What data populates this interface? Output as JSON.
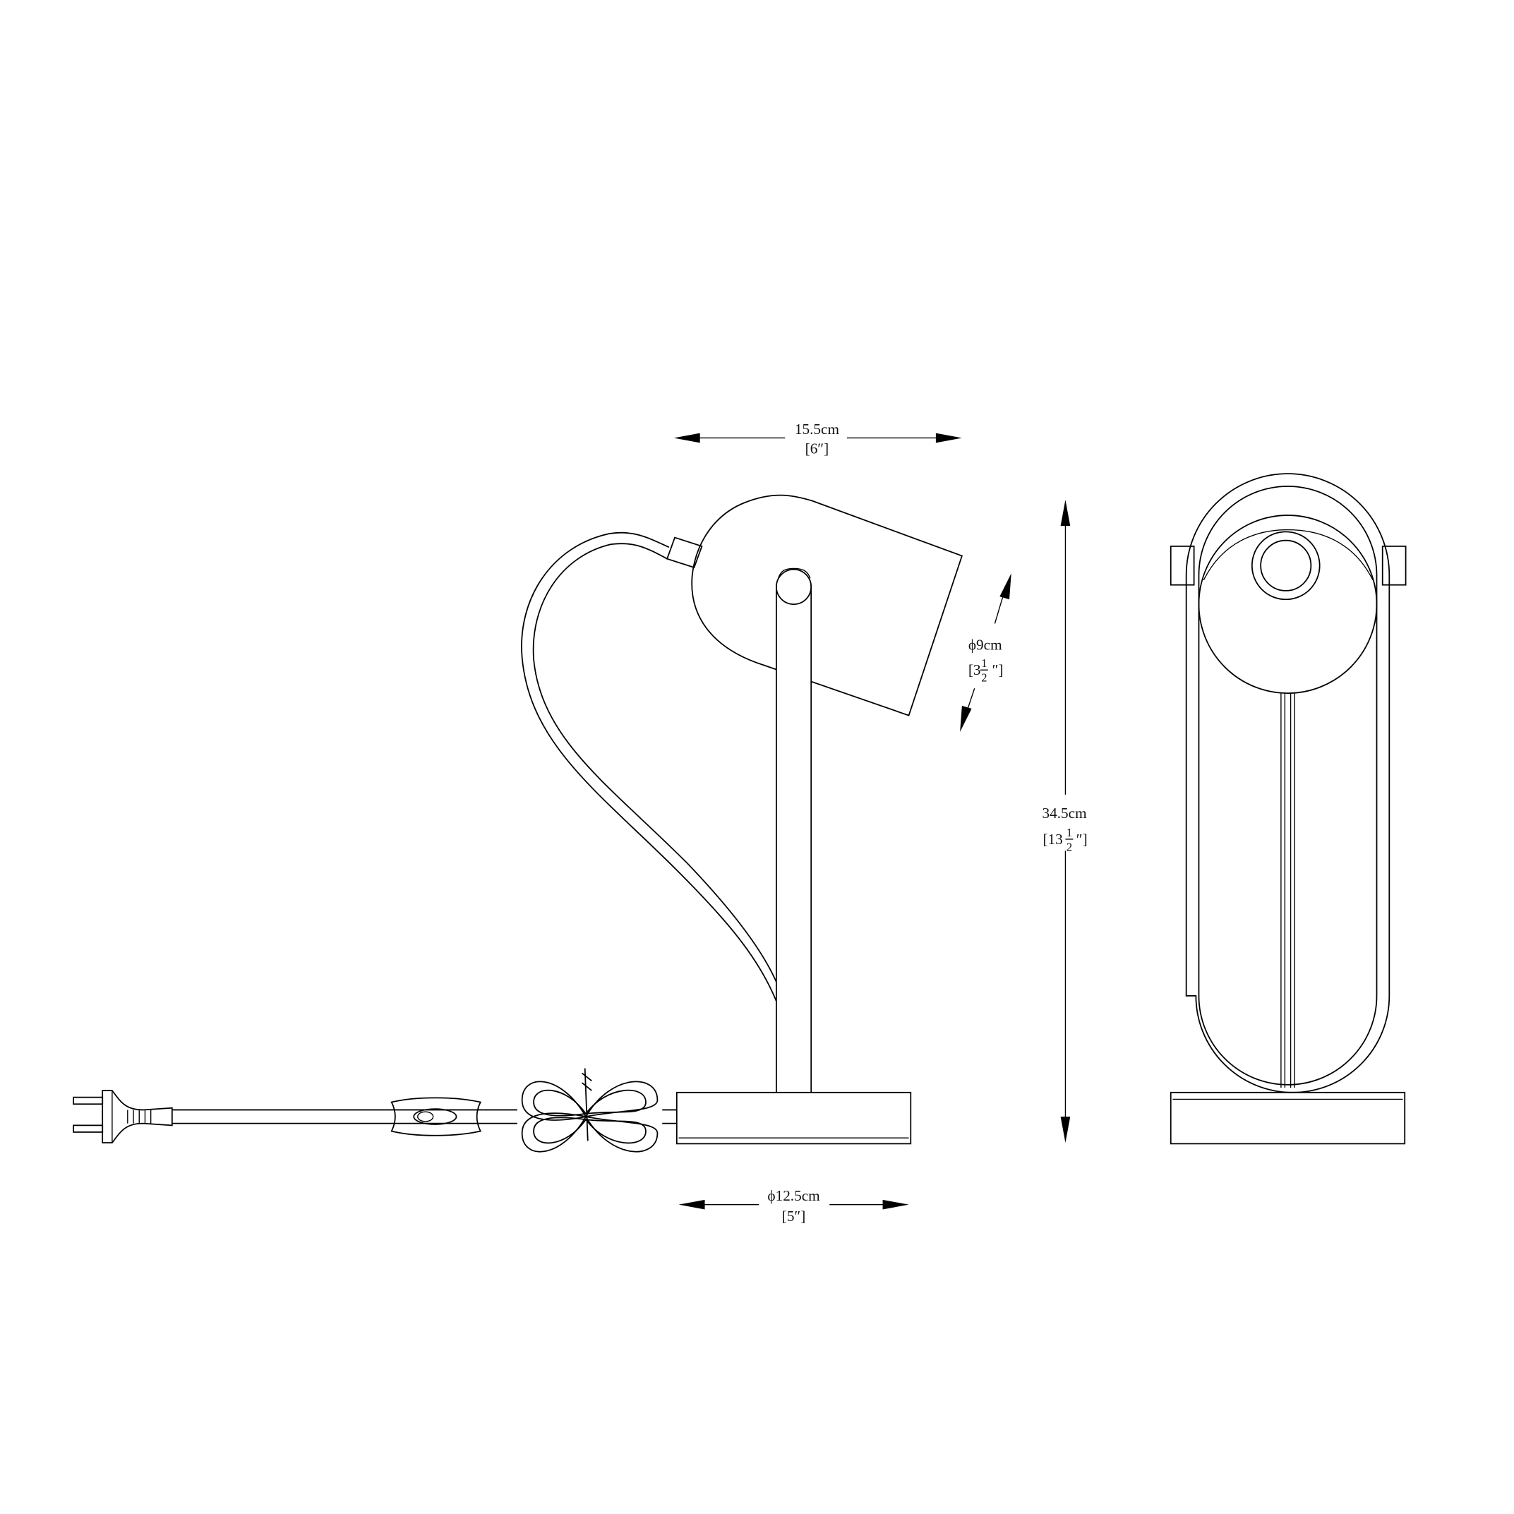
{
  "title": "Table lamp dimension drawing",
  "dimensions": {
    "overall_width": {
      "metric": "15.5cm",
      "imperial": "[6″]"
    },
    "shade_diameter": {
      "metric": "ϕ9cm",
      "imperial_prefix": "[3",
      "imperial_num": "1",
      "imperial_den": "2",
      "imperial_suffix": "″]"
    },
    "height": {
      "metric": "34.5cm",
      "imperial_prefix": "[13",
      "imperial_num": "1",
      "imperial_den": "2",
      "imperial_suffix": "″]"
    },
    "base_diameter": {
      "metric": "ϕ12.5cm",
      "imperial": "[5″]"
    }
  },
  "colors": {
    "line": "#000000",
    "background": "#ffffff"
  }
}
